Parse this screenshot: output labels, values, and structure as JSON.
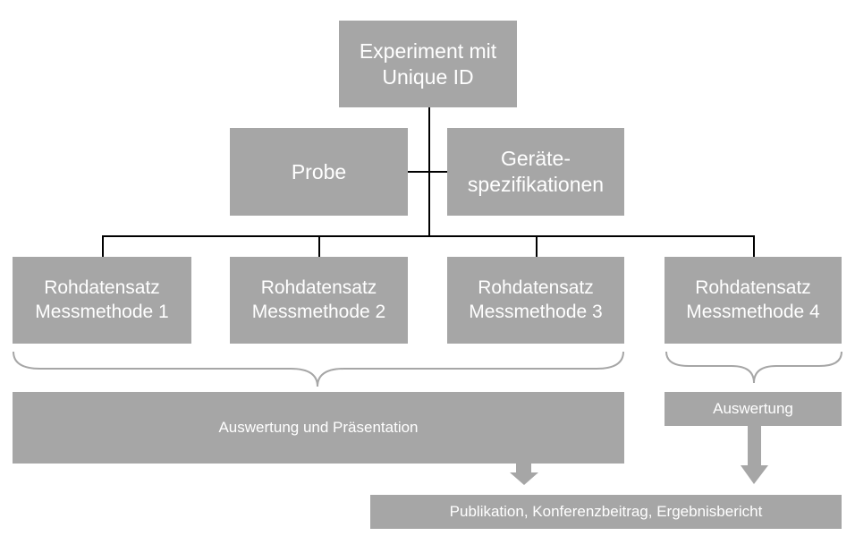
{
  "top": {
    "line1": "Experiment mit",
    "line2": "Unique ID"
  },
  "probe": "Probe",
  "geraete": {
    "line1": "Geräte-",
    "line2": "spezifikationen"
  },
  "datasets": [
    {
      "line1": "Rohdatensatz",
      "line2": "Messmethode 1"
    },
    {
      "line1": "Rohdatensatz",
      "line2": "Messmethode 2"
    },
    {
      "line1": "Rohdatensatz",
      "line2": "Messmethode 3"
    },
    {
      "line1": "Rohdatensatz",
      "line2": "Messmethode 4"
    }
  ],
  "auswertung_praesentation": "Auswertung und Präsentation",
  "auswertung": "Auswertung",
  "publikation": "Publikation, Konferenzbeitrag, Ergebnisbericht",
  "colors": {
    "box": "#a6a6a6",
    "text": "#ffffff",
    "line": "#000000",
    "brace": "#a6a6a6",
    "arrow": "#a6a6a6"
  }
}
